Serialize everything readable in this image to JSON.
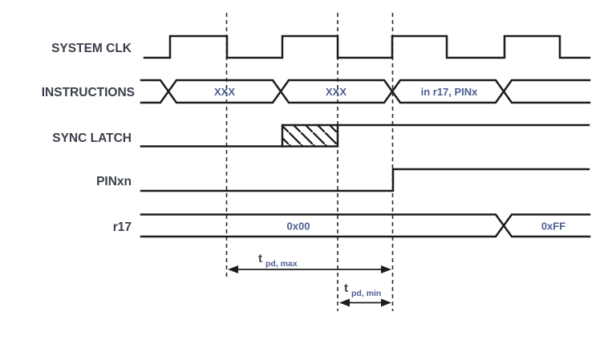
{
  "diagram": {
    "type": "timing-diagram",
    "colors": {
      "line": "#1d1d1d",
      "signal_label": "#3a3e49",
      "value_text": "#4c5e92",
      "background": "#ffffff"
    },
    "signals": [
      {
        "label": "SYSTEM CLK",
        "kind": "clock",
        "cycles_shown": "4"
      },
      {
        "label": "INSTRUCTIONS",
        "kind": "bus",
        "values": {
          "seg1": "XXX",
          "seg2": "XXX",
          "seg3": "in r17, PINx",
          "seg4": ""
        }
      },
      {
        "label": "SYNC LATCH",
        "kind": "signal",
        "note": "low, metastable hatched region, then high"
      },
      {
        "label": "PINxn",
        "kind": "signal",
        "note": "low then high"
      },
      {
        "label": "r17",
        "kind": "bus",
        "values": {
          "seg1": "0x00",
          "seg2": "0xFF"
        }
      }
    ],
    "annotations": [
      {
        "base": "t",
        "subscript": "pd, max"
      },
      {
        "base": "t",
        "subscript": "pd, min"
      }
    ]
  }
}
